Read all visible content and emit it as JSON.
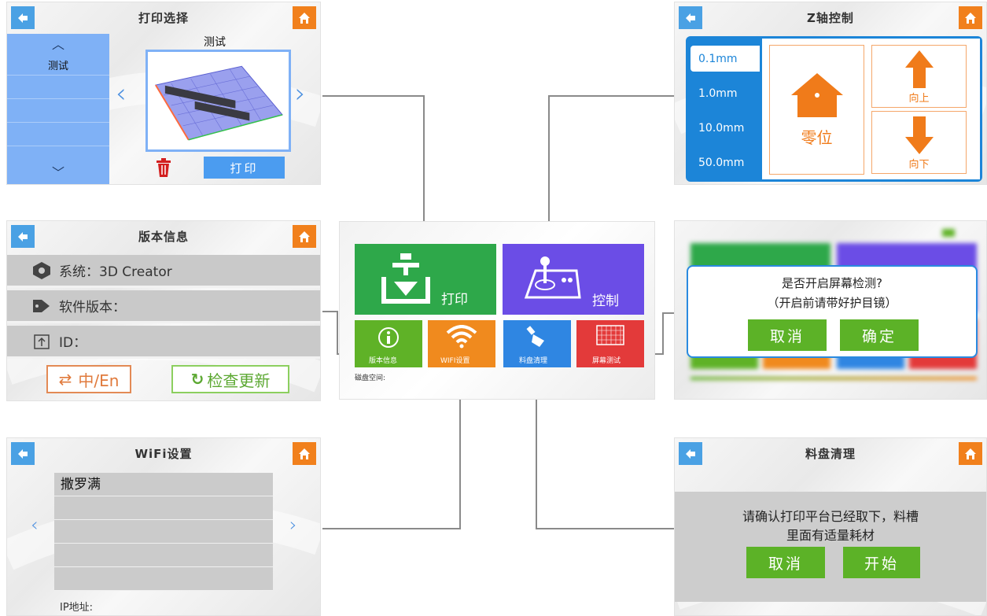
{
  "print_select": {
    "title": "打印选择",
    "list_item": "测试",
    "preview_name": "测试",
    "print_button": "打印"
  },
  "version_info": {
    "title": "版本信息",
    "system_label": "系统：3D Creator",
    "software_label": "软件版本：",
    "id_label": "ID：",
    "lang_button": "中/En",
    "update_button": "检查更新"
  },
  "wifi": {
    "title": "WiFi设置",
    "networks": [
      "撒罗满",
      "",
      "",
      "",
      ""
    ],
    "ip_label": "IP地址:"
  },
  "main_menu": {
    "print_label": "打印",
    "control_label": "控制",
    "version_label": "版本信息",
    "wifi_label": "WIFI设置",
    "tray_label": "料盘清理",
    "screen_label": "屏幕测试",
    "disk_label": "磁盘空间:",
    "colors": {
      "green": "#2ea84a",
      "purple": "#6b4de6",
      "lime": "#5fb227",
      "orange": "#f08a1e",
      "blue": "#2f86e2",
      "red": "#e33a3a"
    }
  },
  "z_axis": {
    "title": "Z轴控制",
    "steps": [
      "0.1mm",
      "1.0mm",
      "10.0mm",
      "50.0mm"
    ],
    "active_step": 0,
    "home_label": "零位",
    "up_label": "向上",
    "down_label": "向下"
  },
  "screen_dialog": {
    "line1": "是否开启屏幕检测?",
    "line2": "（开启前请带好护目镜）",
    "cancel": "取消",
    "confirm": "确定"
  },
  "tray_clean": {
    "title": "料盘清理",
    "line1": "请确认打印平台已经取下，料槽",
    "line2": "里面有适量耗材",
    "cancel": "取消",
    "start": "开始"
  }
}
